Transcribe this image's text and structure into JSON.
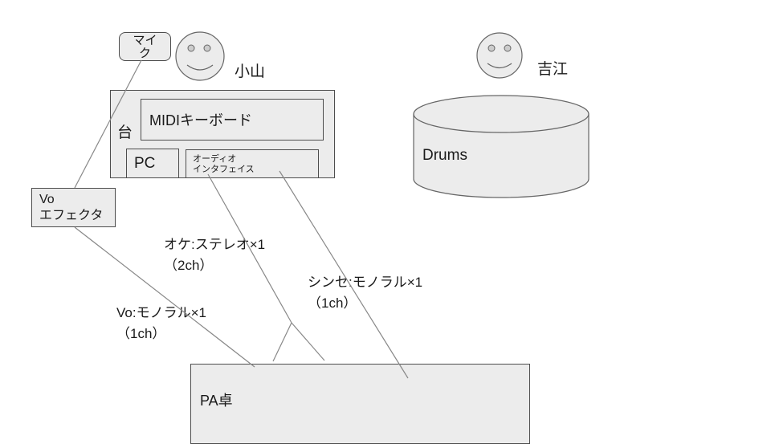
{
  "palette": {
    "background": "#ffffff",
    "shape_fill": "#ececec",
    "shape_border": "#4d4d4d",
    "connector": "#888888",
    "smiley_stroke": "#666666",
    "eye_fill": "#cccccc",
    "text": "#1a1a1a"
  },
  "diagram": {
    "mic_label": "マイク",
    "koyama_label": "小山",
    "yoshie_label": "吉江",
    "table_label": "台",
    "midi_keyboard_label": "MIDIキーボード",
    "pc_label": "PC",
    "audio_interface_label": "オーディオ\nインタフェイス",
    "drums_label": "Drums",
    "vo_effector_label": "Vo\nエフェクタ",
    "pa_console_label": "PA卓",
    "cables": {
      "oke": "オケ:ステレオ×1\n（2ch）",
      "synth": "シンセ:モノラル×1\n（1ch）",
      "vo": "Vo:モノラル×1\n（1ch）"
    }
  }
}
